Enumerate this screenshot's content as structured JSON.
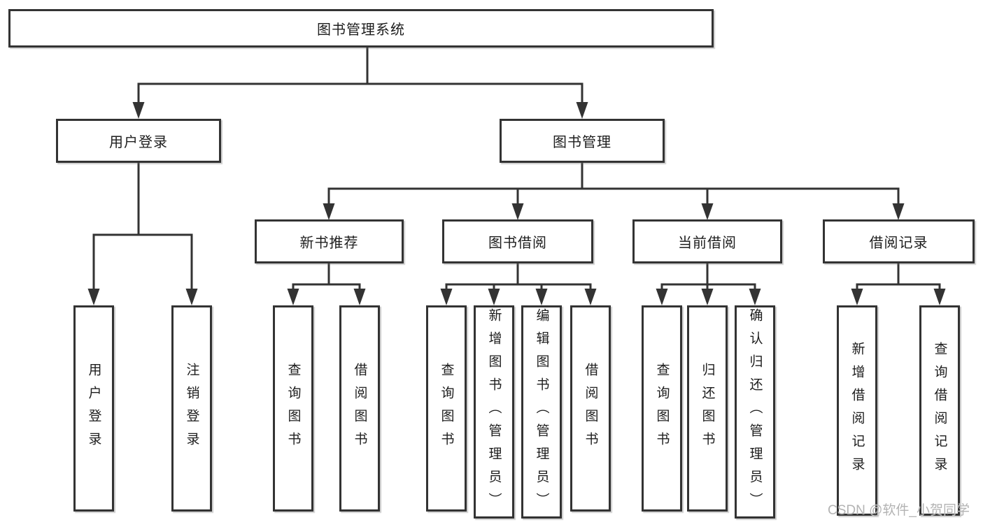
{
  "diagram": {
    "title": "图书管理系统",
    "tree": {
      "label": "图书管理系统",
      "children": [
        {
          "label": "用户登录",
          "children": [
            {
              "label": "用户登录"
            },
            {
              "label": "注销登录"
            }
          ]
        },
        {
          "label": "图书管理",
          "children": [
            {
              "label": "新书推荐",
              "children": [
                {
                  "label": "查询图书"
                },
                {
                  "label": "借阅图书"
                }
              ]
            },
            {
              "label": "图书借阅",
              "children": [
                {
                  "label": "查询图书"
                },
                {
                  "label": "新增图书（管理员）"
                },
                {
                  "label": "编辑图书（管理员）"
                },
                {
                  "label": "借阅图书"
                }
              ]
            },
            {
              "label": "当前借阅",
              "children": [
                {
                  "label": "查询图书"
                },
                {
                  "label": "归还图书"
                },
                {
                  "label": "确认归还（管理员）"
                }
              ]
            },
            {
              "label": "借阅记录",
              "children": [
                {
                  "label": "新增借阅记录"
                },
                {
                  "label": "查询借阅记录"
                }
              ]
            }
          ]
        }
      ]
    },
    "watermark": "CSDN @软件_小贺同学",
    "colors": {
      "line": "#333333",
      "text": "#1d1d1d",
      "background": "#ffffff",
      "watermark": "#b3b3b3"
    }
  }
}
